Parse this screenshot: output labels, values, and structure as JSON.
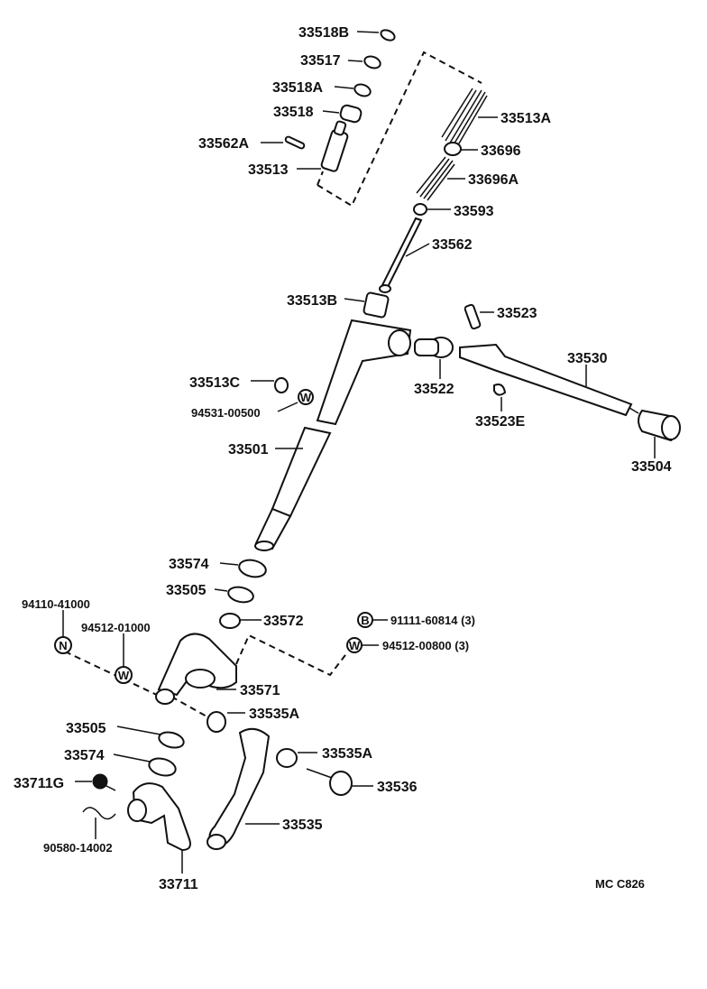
{
  "diagram": {
    "code": "MC C826",
    "parts": [
      {
        "id": "p33518B",
        "label": "33518B"
      },
      {
        "id": "p33517",
        "label": "33517"
      },
      {
        "id": "p33518A",
        "label": "33518A"
      },
      {
        "id": "p33518",
        "label": "33518"
      },
      {
        "id": "p33562A",
        "label": "33562A"
      },
      {
        "id": "p33513",
        "label": "33513"
      },
      {
        "id": "p33513A",
        "label": "33513A"
      },
      {
        "id": "p33696",
        "label": "33696"
      },
      {
        "id": "p33696A",
        "label": "33696A"
      },
      {
        "id": "p33593",
        "label": "33593"
      },
      {
        "id": "p33562",
        "label": "33562"
      },
      {
        "id": "p33513B",
        "label": "33513B"
      },
      {
        "id": "p33523",
        "label": "33523"
      },
      {
        "id": "p33530",
        "label": "33530"
      },
      {
        "id": "p33522",
        "label": "33522"
      },
      {
        "id": "p33513C",
        "label": "33513C"
      },
      {
        "id": "p94531",
        "label": "94531-00500"
      },
      {
        "id": "p33523E",
        "label": "33523E"
      },
      {
        "id": "p33504",
        "label": "33504"
      },
      {
        "id": "p33501",
        "label": "33501"
      },
      {
        "id": "p33574a",
        "label": "33574"
      },
      {
        "id": "p33505a",
        "label": "33505"
      },
      {
        "id": "p33572",
        "label": "33572"
      },
      {
        "id": "p94110",
        "label": "94110-41000"
      },
      {
        "id": "p94512a",
        "label": "94512-01000"
      },
      {
        "id": "p91111",
        "label": "91111-60814 (3)"
      },
      {
        "id": "p94512b",
        "label": "94512-00800 (3)"
      },
      {
        "id": "p33571",
        "label": "33571"
      },
      {
        "id": "p33535Aa",
        "label": "33535A"
      },
      {
        "id": "p33505b",
        "label": "33505"
      },
      {
        "id": "p33574b",
        "label": "33574"
      },
      {
        "id": "p33535Ab",
        "label": "33535A"
      },
      {
        "id": "p33711G",
        "label": "33711G"
      },
      {
        "id": "p33536",
        "label": "33536"
      },
      {
        "id": "p33535",
        "label": "33535"
      },
      {
        "id": "p90580",
        "label": "90580-14002"
      },
      {
        "id": "p33711",
        "label": "33711"
      }
    ],
    "symbols": {
      "n": "N",
      "w1": "W",
      "w2": "W",
      "w3": "W",
      "b": "B"
    }
  }
}
